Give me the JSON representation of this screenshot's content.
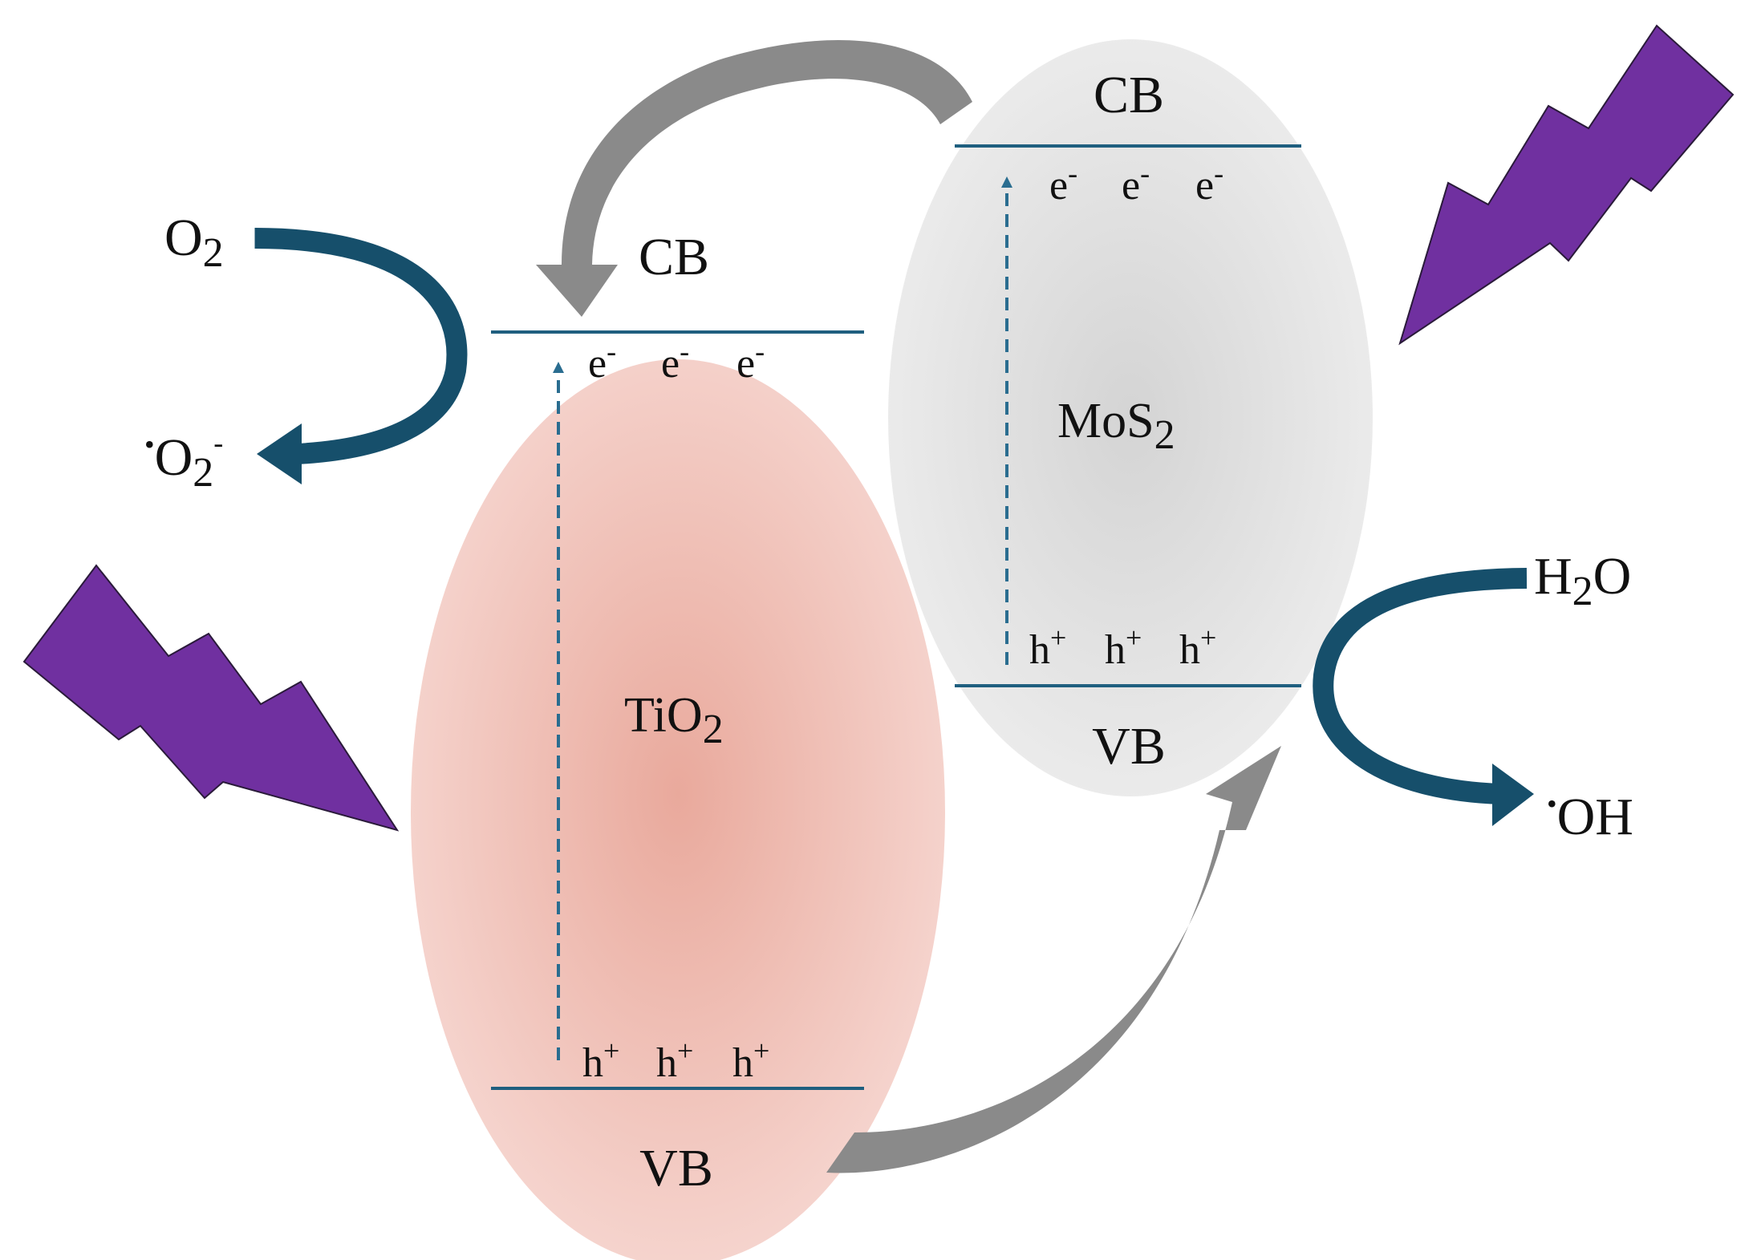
{
  "tio2": {
    "name": "TiO",
    "name_sub": "2",
    "cb_label": "CB",
    "vb_label": "VB",
    "electron": "e",
    "electron_sup": "-",
    "hole": "h",
    "hole_sup": "+"
  },
  "mos2": {
    "name": "MoS",
    "name_sub": "2",
    "cb_label": "CB",
    "vb_label": "VB",
    "electron": "e",
    "electron_sup": "-",
    "hole": "h",
    "hole_sup": "+"
  },
  "reduction": {
    "reactant": "O",
    "reactant_sub": "2",
    "product_dot": "•",
    "product": "O",
    "product_sub": "2",
    "product_sup": "-"
  },
  "oxidation": {
    "reactant_h": "H",
    "reactant_sub": "2",
    "reactant_o": "O",
    "product_dot": "•",
    "product": "OH"
  },
  "colors": {
    "tio2_fill": "#e9a99c",
    "tio2_edge": "#f6d6d0",
    "mos2_fill": "#d4d4d4",
    "mos2_edge": "#ededed",
    "band_line": "#1f5f7f",
    "excitation_arrow": "#2a6d90",
    "redox_arrow": "#164f6b",
    "transfer_arrow": "#8a8a8a",
    "lightning": "#7030a0"
  }
}
